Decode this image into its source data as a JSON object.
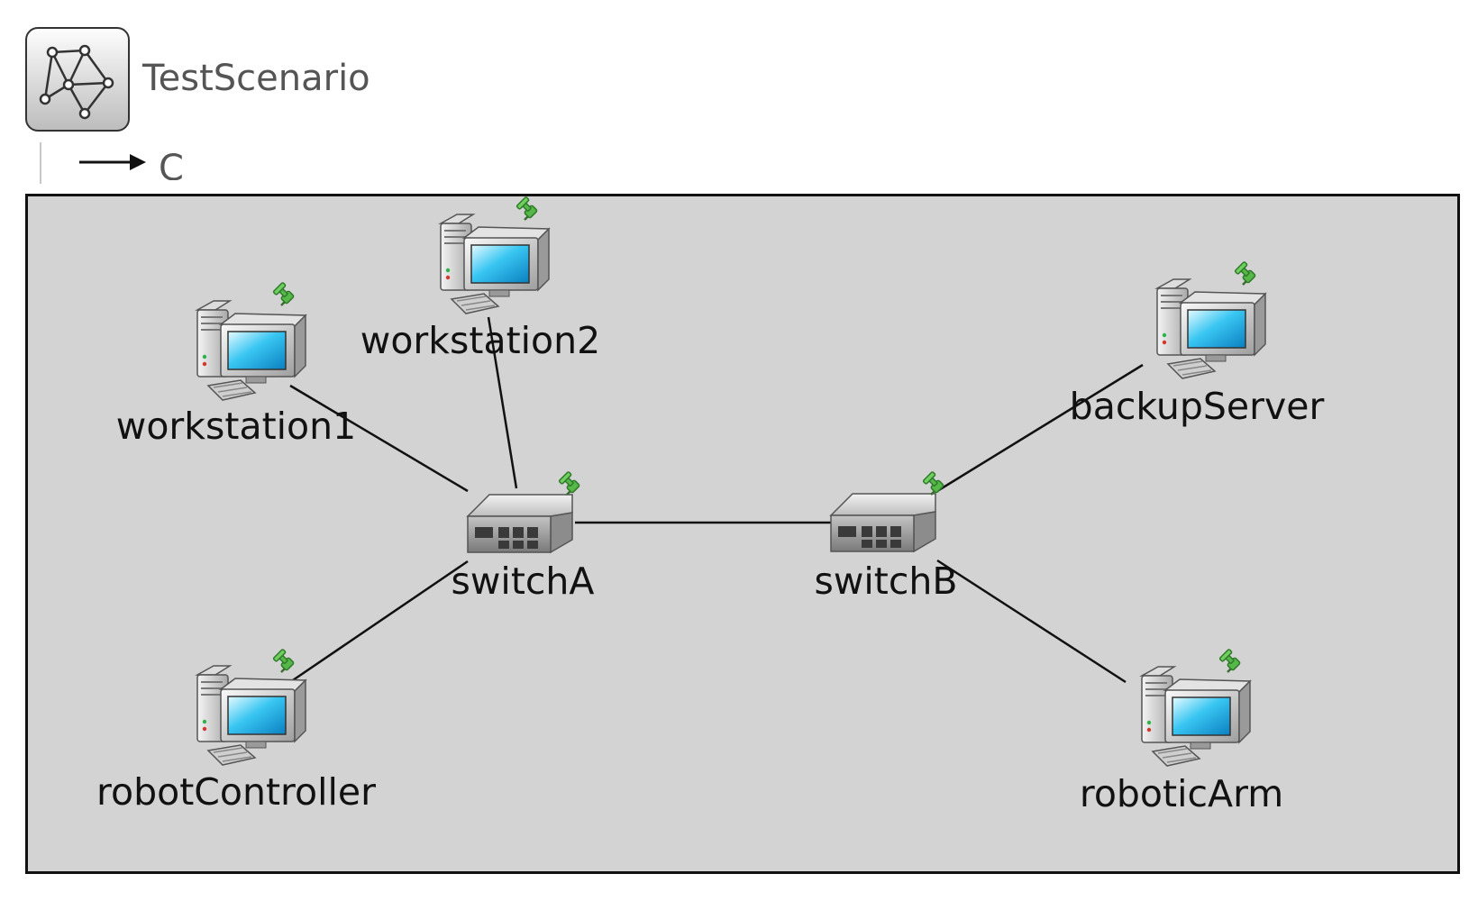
{
  "network": {
    "name": "TestScenario",
    "icon": "network-topology-icon"
  },
  "submodule_label": "C",
  "colors": {
    "canvas_background": "#d3d3d3",
    "canvas_border": "#111111",
    "link": "#111111",
    "title_text": "#555555",
    "pin": "#3a9a2a"
  },
  "nodes": [
    {
      "id": "workstation2",
      "label": "workstation2",
      "type": "workstation",
      "icon": "desktop-computer-icon",
      "pinned": true
    },
    {
      "id": "workstation1",
      "label": "workstation1",
      "type": "workstation",
      "icon": "desktop-computer-icon",
      "pinned": true
    },
    {
      "id": "backupServer",
      "label": "backupServer",
      "type": "workstation",
      "icon": "desktop-computer-icon",
      "pinned": true
    },
    {
      "id": "switchA",
      "label": "switchA",
      "type": "switch",
      "icon": "ethernet-switch-icon",
      "pinned": true
    },
    {
      "id": "switchB",
      "label": "switchB",
      "type": "switch",
      "icon": "ethernet-switch-icon",
      "pinned": true
    },
    {
      "id": "robotController",
      "label": "robotController",
      "type": "workstation",
      "icon": "desktop-computer-icon",
      "pinned": true
    },
    {
      "id": "roboticArm",
      "label": "roboticArm",
      "type": "workstation",
      "icon": "desktop-computer-icon",
      "pinned": true
    }
  ],
  "links": [
    {
      "from": "workstation1",
      "to": "switchA"
    },
    {
      "from": "workstation2",
      "to": "switchA"
    },
    {
      "from": "robotController",
      "to": "switchA"
    },
    {
      "from": "switchA",
      "to": "switchB"
    },
    {
      "from": "backupServer",
      "to": "switchB"
    },
    {
      "from": "roboticArm",
      "to": "switchB"
    }
  ]
}
